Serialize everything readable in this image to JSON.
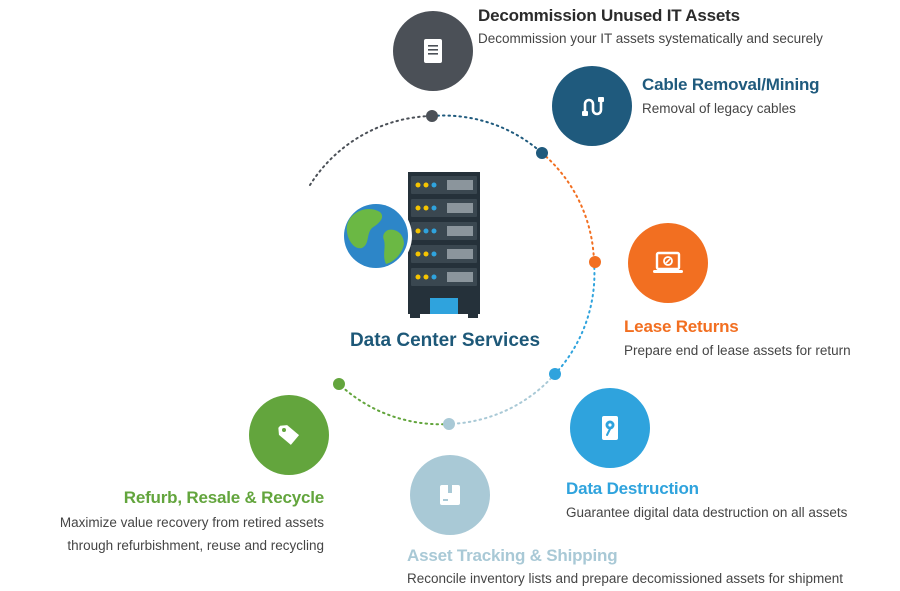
{
  "center": {
    "title": "Data Center Services",
    "icon": "server-rack-with-globe"
  },
  "services": [
    {
      "id": "decommission",
      "title": "Decommission Unused IT Assets",
      "description": "Decommission your IT assets systematically and securely",
      "color": "#4b5057",
      "icon": "document-icon"
    },
    {
      "id": "cable",
      "title": "Cable Removal/Mining",
      "description": "Removal of legacy cables",
      "color": "#1f5a7d",
      "icon": "cable-icon"
    },
    {
      "id": "lease",
      "title": "Lease Returns",
      "description": "Prepare end of lease assets for return",
      "color": "#f26f21",
      "icon": "laptop-icon"
    },
    {
      "id": "destruction",
      "title": "Data Destruction",
      "description": "Guarantee digital data destruction on all assets",
      "color": "#2fa3dd",
      "icon": "hard-drive-icon"
    },
    {
      "id": "tracking",
      "title": "Asset Tracking & Shipping",
      "description": "Reconcile inventory lists and prepare decomissioned assets for shipment",
      "color": "#a9c9d6",
      "icon": "box-icon"
    },
    {
      "id": "refurb",
      "title": "Refurb, Resale & Recycle",
      "description_line1": "Maximize value recovery from retired assets",
      "description_line2": "through refurbishment, reuse and recycling",
      "color": "#63a53d",
      "icon": "price-tag-icon"
    }
  ]
}
